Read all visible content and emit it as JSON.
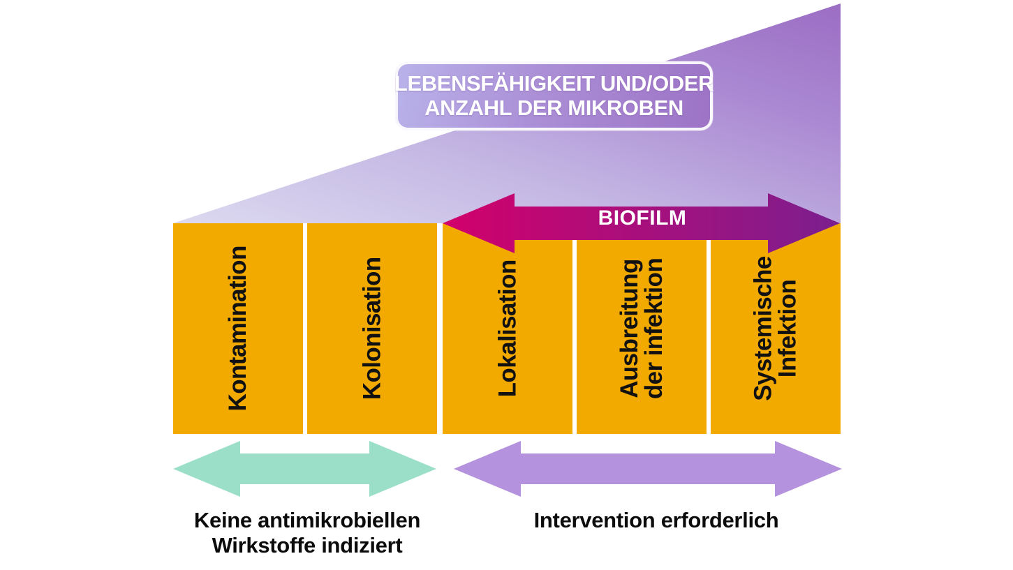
{
  "title_plate": {
    "name": "viability-and-or-number-of-microbes",
    "lines": [
      "LEBENSFÄHIGKEIT UND/ODER",
      "ANZAHL DER MIKROBEN"
    ]
  },
  "biofilm_arrow": {
    "label": "BIOFILM",
    "color_start": "#D2006B",
    "color_end": "#7B1F8E"
  },
  "gradient_wedge": {
    "color_low": "#DCD9F0",
    "color_high": "#9B6DC4"
  },
  "stages": [
    {
      "id": "kontamination",
      "lines": [
        "Kontamination"
      ]
    },
    {
      "id": "kolonisation",
      "lines": [
        "Kolonisation"
      ]
    },
    {
      "id": "lokalisation",
      "lines": [
        "Lokalisation"
      ]
    },
    {
      "id": "ausbreitung",
      "lines": [
        "Ausbreitung",
        "der infektion"
      ]
    },
    {
      "id": "systemische-infektion",
      "lines": [
        "Systemische",
        "Infektion"
      ]
    }
  ],
  "stage_box_color": "#F2A900",
  "bottom_arrows": [
    {
      "id": "no-antimicrobials",
      "color": "#9CDFC9",
      "caption_lines": [
        "Keine antimikrobiellen",
        "Wirkstoffe indiziert"
      ]
    },
    {
      "id": "intervention-required",
      "color": "#B592DE",
      "caption_lines": [
        "Intervention erforderlich"
      ]
    }
  ]
}
